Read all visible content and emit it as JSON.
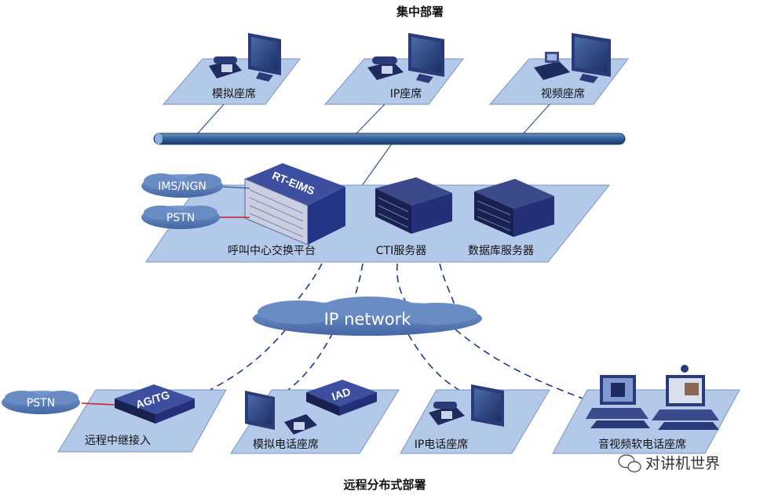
{
  "titles": {
    "top": "集中部署",
    "bottom": "远程分布式部署"
  },
  "top_seats": {
    "analog": "模拟座席",
    "ip": "IP座席",
    "video": "视频座席"
  },
  "platform": {
    "eims_label": "RT-EIMS",
    "call_center": "呼叫中心交换平台",
    "cti": "CTI服务器",
    "database": "数据库服务器"
  },
  "clouds": {
    "ims_ngn": "IMS/NGN",
    "pstn_top": "PSTN",
    "ip_network": "IP network",
    "pstn_bottom": "PSTN"
  },
  "remote": {
    "agtg_label": "AG/TG",
    "trunk": "远程中继接入",
    "iad_label": "IAD",
    "analog_phone": "模拟电话座席",
    "ip_phone": "IP电话座席",
    "av_soft": "音视频软电话座席"
  },
  "watermark": "对讲机世界",
  "colors": {
    "platform": "#b3c9ea",
    "platform_edge": "#7d93bd",
    "bus": "#2c5b95",
    "device": "#1e2a6e",
    "cloud": "#5177b2"
  }
}
